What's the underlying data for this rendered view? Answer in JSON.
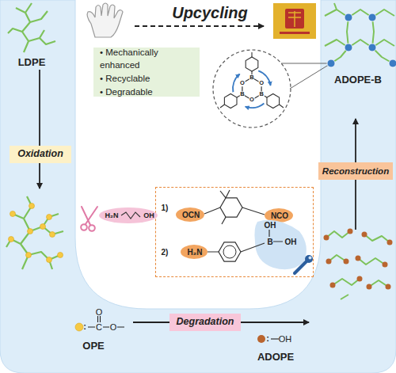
{
  "diagram": {
    "nodes": [
      {
        "text": [
          "• Mechanically enhanced",
          "• Recyclable",
          "• Degradable"
        ]
      },
      {
        "text": [
          "B",
          "O",
          "B",
          "O",
          "B",
          "O"
        ]
      },
      {
        "text": [
          "Oxidation"
        ]
      },
      {
        "text": [
          "Reconstruction"
        ]
      },
      {
        "text": [
          "1)",
          "OCN",
          "NCO",
          "2)",
          "H₂N",
          "OH",
          "B",
          "OH"
        ]
      },
      {
        "text": [
          "H₂N",
          "OH"
        ]
      },
      {
        "text": [
          "Degradation"
        ]
      }
    ],
    "labels": [
      "Upcycling",
      "LDPE",
      "ADOPE-B",
      "O",
      ":",
      "C",
      "O",
      "OPE",
      ":",
      "OH",
      "ADOPE"
    ]
  }
}
